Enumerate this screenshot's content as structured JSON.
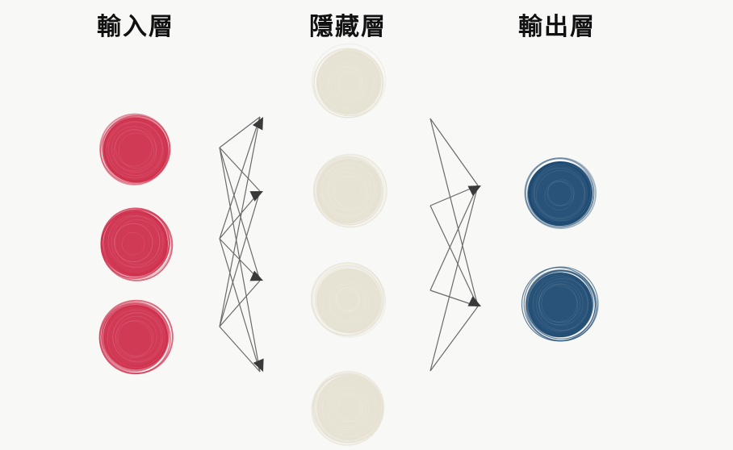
{
  "layers": {
    "input": {
      "title": "輸入層",
      "color": "#cf2f4c",
      "nodes": 3
    },
    "hidden": {
      "title": "隱藏層",
      "color": "#e6e1d2",
      "nodes": 4
    },
    "output": {
      "title": "輸出層",
      "color": "#1e4a72",
      "nodes": 2
    }
  },
  "arrow_color": "#6a6a6a"
}
